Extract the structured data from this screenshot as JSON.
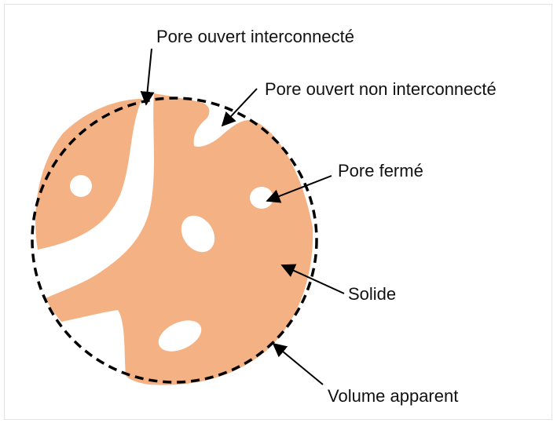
{
  "diagram": {
    "labels": {
      "pore_ouvert_interconnecte": "Pore ouvert interconnecté",
      "pore_ouvert_non_interconnecte": "Pore ouvert non interconnecté",
      "pore_ferme": "Pore fermé",
      "solide": "Solide",
      "volume_apparent": "Volume apparent"
    },
    "colors": {
      "solid_fill": "#F4B183",
      "pore_fill": "#FFFFFF",
      "outline": "#000000",
      "arrow": "#000000"
    }
  }
}
